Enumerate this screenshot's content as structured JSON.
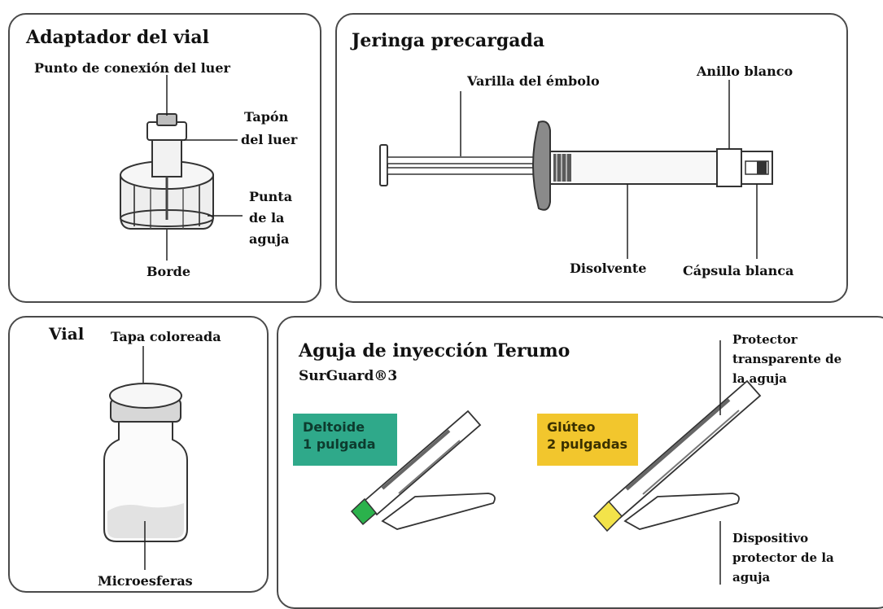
{
  "panels": {
    "adapter": {
      "title": "Adaptador del vial",
      "luer_connection": "Punto de conexión del luer",
      "luer_cap_line1": "Tapón",
      "luer_cap_line2": "del luer",
      "needle_tip_line1": "Punta",
      "needle_tip_line2": "de la",
      "needle_tip_line3": "aguja",
      "rim": "Borde"
    },
    "syringe": {
      "title": "Jeringa precargada",
      "plunger_rod": "Varilla del émbolo",
      "white_ring": "Anillo blanco",
      "solvent": "Disolvente",
      "white_cap": "Cápsula blanca"
    },
    "vial": {
      "title": "Vial",
      "colored_cap": "Tapa coloreada",
      "microspheres": "Microesferas"
    },
    "needle": {
      "title": "Aguja de inyección Terumo",
      "subtitle": "SurGuard®3",
      "deltoid_line1": "Deltoide",
      "deltoid_line2": "1 pulgada",
      "gluteal_line1": "Glúteo",
      "gluteal_line2": "2 pulgadas",
      "shield_line1": "Protector",
      "shield_line2": "transparente de",
      "shield_line3": "la aguja",
      "device_line1": "Dispositivo",
      "device_line2": "protector de la",
      "device_line3": "aguja"
    }
  },
  "colors": {
    "deltoid_badge": "#2fa98a",
    "gluteal_badge": "#f2c62d",
    "deltoid_hub": "#2bb24c",
    "gluteal_hub": "#f3e34a",
    "panel_border": "#4a4a4a"
  }
}
